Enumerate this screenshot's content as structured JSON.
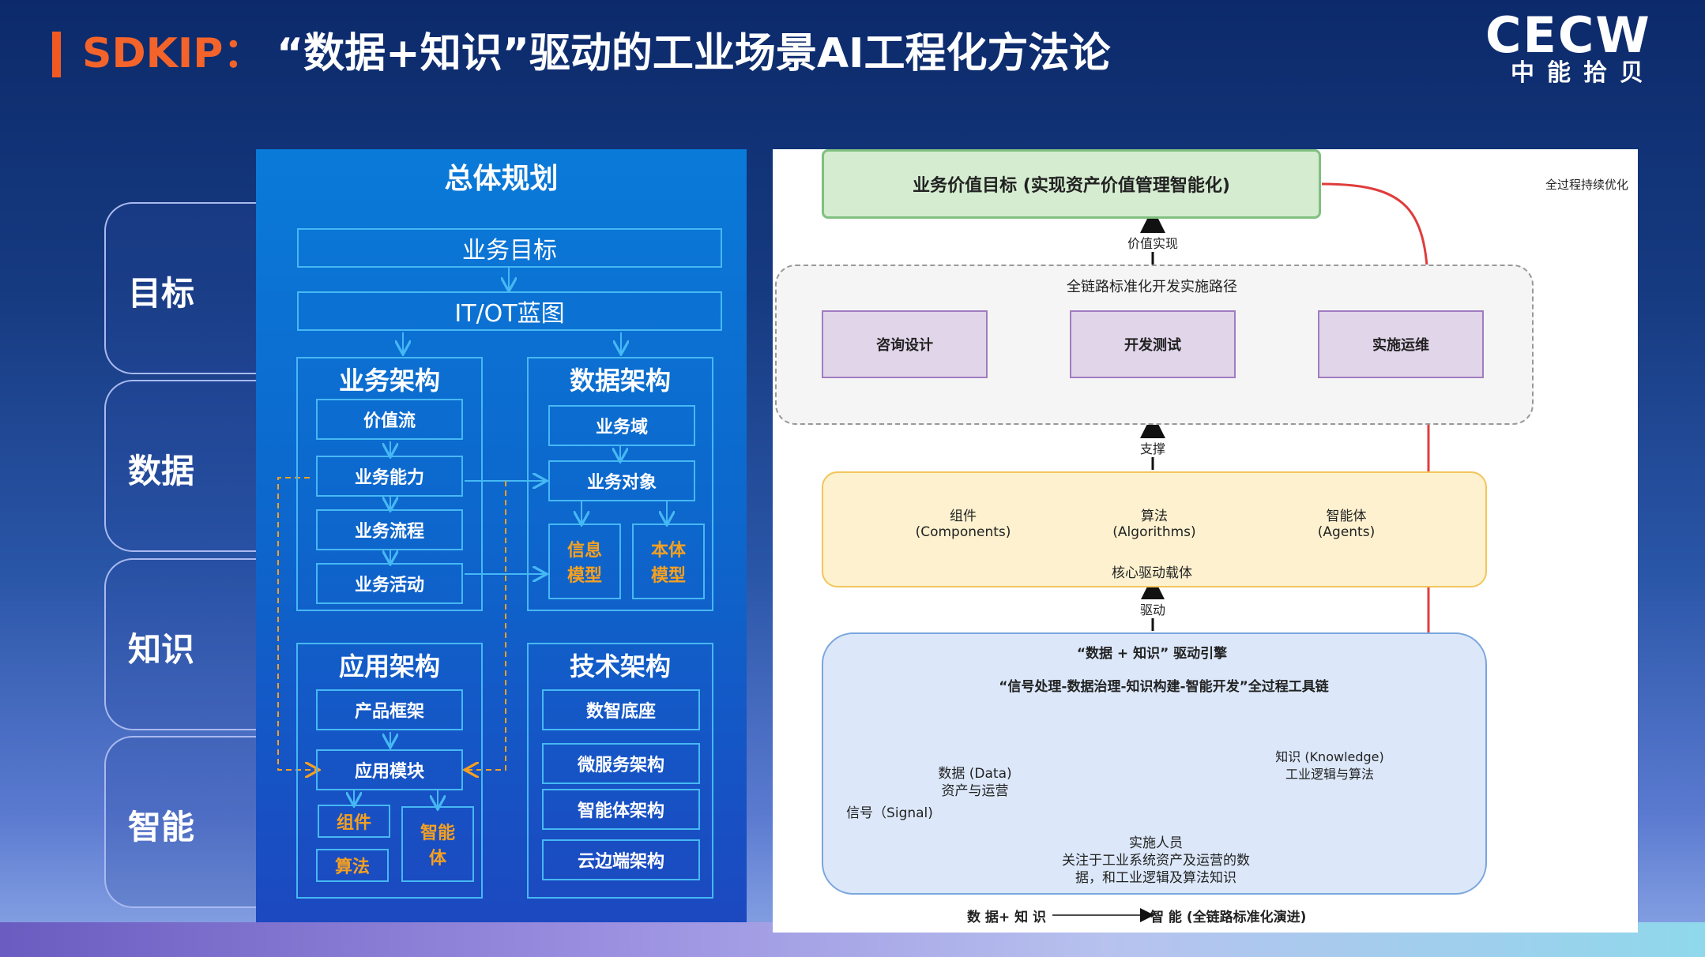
{
  "header": {
    "prefix": "SDKIP：",
    "title": "“数据+知识”驱动的工业场景AI工程化方法论",
    "logo_top": "CECW",
    "logo_bottom": "中能拾贝"
  },
  "side_tabs": [
    "目标",
    "数据",
    "知识",
    "智能"
  ],
  "plan": {
    "title": "总体规划",
    "business_goal": "业务目标",
    "blueprint": "IT/OT蓝图",
    "business_arch": {
      "title": "业务架构",
      "items": [
        "价值流",
        "业务能力",
        "业务流程",
        "业务活动"
      ]
    },
    "data_arch": {
      "title": "数据架构",
      "items": [
        "业务域",
        "业务对象"
      ],
      "info_model": "信息\n模型",
      "ontology_model": "本体\n模型"
    },
    "app_arch": {
      "title": "应用架构",
      "items": [
        "产品框架",
        "应用模块"
      ],
      "component": "组件",
      "algorithm": "算法",
      "agent": "智能\n体"
    },
    "tech_arch": {
      "title": "技术架构",
      "items": [
        "数智底座",
        "微服务架构",
        "智能体架构",
        "云边端架构"
      ]
    }
  },
  "flow": {
    "goal": "业务价值目标 (实现资产价值管理智能化)",
    "continuous_opt": "全过程持续优化",
    "value_realization": "价值实现",
    "path_title": "全链路标准化开发实施路径",
    "path_steps": [
      "咨询设计",
      "开发测试",
      "实施运维"
    ],
    "support": "支撑",
    "carriers": [
      {
        "name": "组件",
        "en": "(Components)"
      },
      {
        "name": "算法",
        "en": "(Algorithms)"
      },
      {
        "name": "智能体",
        "en": "(Agents)"
      }
    ],
    "carrier_title": "核心驱动载体",
    "drive": "驱动",
    "engine_title": "“数据 + 知识” 驱动引擎",
    "toolchain": "“信号处理-数据治理-知识构建-智能开发”全过程工具链",
    "signal": "信号（Signal)",
    "data": "数据 (Data)",
    "data_sub": "资产与运营",
    "knowledge": "知识 (Knowledge)",
    "knowledge_sub": "工业逻辑与算法",
    "implementer": "实施人员",
    "implementer_desc1": "关注于工业系统资产及运营的数",
    "implementer_desc2": "据，和工业逻辑及算法知识",
    "footer_left": "数 据+ 知 识",
    "footer_right": "智 能 (全链路标准化演进)"
  },
  "colors": {
    "accent": "#f4642a",
    "panel_border": "#46b8f4",
    "highlight": "#f6a020",
    "goal_fill": "#d5ecd0",
    "path_fill": "#e1d5ea",
    "carrier_fill": "#fdf1cf",
    "engine_fill": "#dce8fa",
    "feedback_arrow": "#e03c3c"
  }
}
